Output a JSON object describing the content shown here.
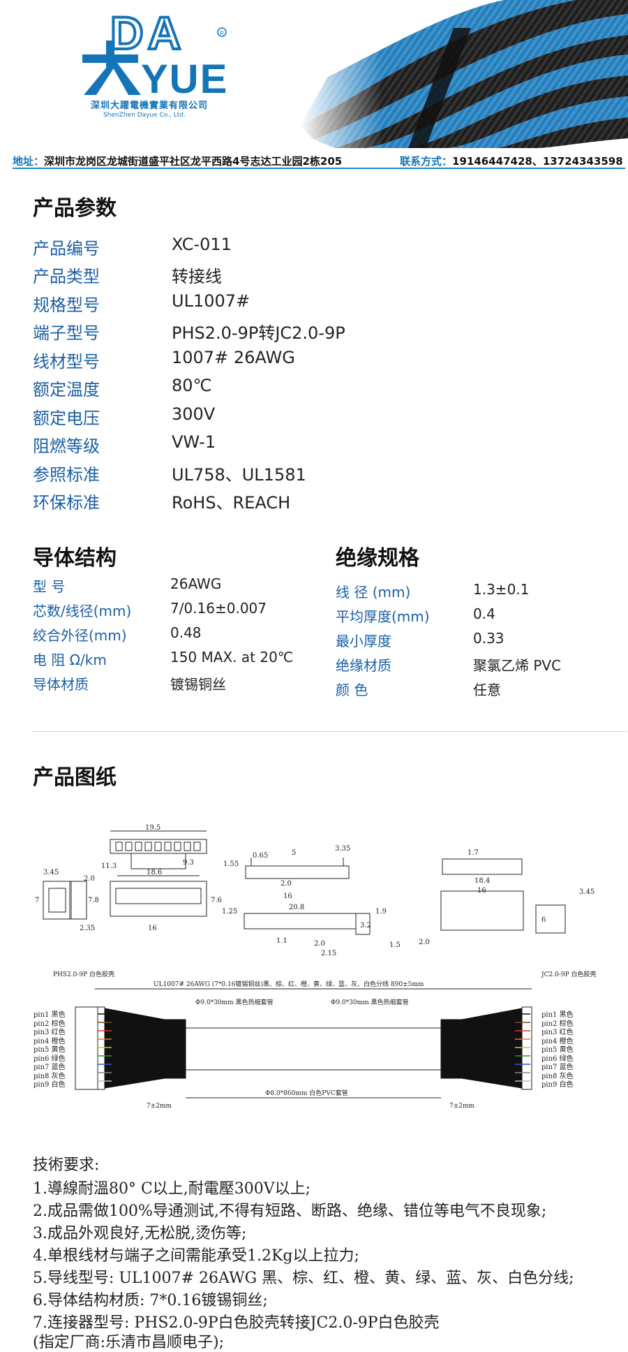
{
  "brand": {
    "logo_top": "DA",
    "logo_bottom": "YUE",
    "logo_cn": "深圳大躍電機實業有限公司",
    "logo_en": "ShenZhen Dayue Co., Ltd.",
    "colors": {
      "primary": "#1474b8",
      "label": "#1a5fa6",
      "cable_blue": "#3a94cf"
    }
  },
  "contact": {
    "address_label": "地址：",
    "address": "深圳市龙岗区龙城街道盛平社区龙平西路4号志达工业园2栋205",
    "phone_label": "联系方式：",
    "phone": "19146447428、13724343598"
  },
  "params": {
    "title": "产品参数",
    "rows": [
      {
        "label": "产品编号",
        "value": "XC-011"
      },
      {
        "label": "产品类型",
        "value": "转接线"
      },
      {
        "label": "规格型号",
        "value": "UL1007#"
      },
      {
        "label": "端子型号",
        "value": "PHS2.0-9P转JC2.0-9P"
      },
      {
        "label": "线材型号",
        "value": "1007# 26AWG"
      },
      {
        "label": "额定温度",
        "value": "80℃"
      },
      {
        "label": "额定电压",
        "value": "300V"
      },
      {
        "label": "阻燃等级",
        "value": "VW-1"
      },
      {
        "label": "参照标准",
        "value": "UL758、UL1581"
      },
      {
        "label": "环保标准",
        "value": "RoHS、REACH"
      }
    ]
  },
  "conductor": {
    "title": "导体结构",
    "rows": [
      {
        "label": "型 号",
        "value": "26AWG"
      },
      {
        "label": "芯数/线径(mm)",
        "value": "7/0.16±0.007"
      },
      {
        "label": "绞合外径(mm)",
        "value": "0.48"
      },
      {
        "label": "电 阻 Ω/km",
        "value": "150 MAX. at 20℃"
      },
      {
        "label": "导体材质",
        "value": "镀锡铜丝"
      }
    ]
  },
  "insulation": {
    "title": "绝缘规格",
    "rows": [
      {
        "label": "线 径 (mm)",
        "value": "1.3±0.1"
      },
      {
        "label": "平均厚度(mm)",
        "value": "0.4"
      },
      {
        "label": "最小厚度",
        "value": "0.33"
      },
      {
        "label": "绝缘材质",
        "value": "聚氯乙烯 PVC"
      },
      {
        "label": "颜 色",
        "value": "任意"
      }
    ]
  },
  "drawing": {
    "title": "产品图纸",
    "dims": [
      "19.5",
      "11.3",
      "9.3",
      "3.45",
      "18.6",
      "2.0",
      "7",
      "7.8",
      "7.6",
      "2.35",
      "16",
      "0.65",
      "5",
      "3.35",
      "1.55",
      "2.0",
      "16",
      "1.25",
      "1.9",
      "20.8",
      "3.2",
      "1.1",
      "2.0",
      "2.15",
      "1.5",
      "1.7",
      "18.4",
      "16",
      "3.45",
      "6",
      "2.0"
    ],
    "left_connector": "PHS2.0-9P\n白色胶壳",
    "right_connector": "JC2.0-9P\n白色胶壳",
    "wire_spec": "UL1007# 26AWG (7*0.16镀锡铜丝)黑、棕、红、橙、黄、绿、蓝、灰、白色分线 890±5mm",
    "shrink_left": "Φ9.0*30mm 黑色热缩套管",
    "shrink_right": "Φ9.0*30mm 黑色热缩套管",
    "pvc": "Φ8.0*860mm 白色PVC套管",
    "tol_left": "7±2mm",
    "tol_right": "7±2mm",
    "pins": [
      {
        "pin": "pin1",
        "color": "黑色"
      },
      {
        "pin": "pin2",
        "color": "棕色"
      },
      {
        "pin": "pin3",
        "color": "红色"
      },
      {
        "pin": "pin4",
        "color": "橙色"
      },
      {
        "pin": "pin5",
        "color": "黄色"
      },
      {
        "pin": "pin6",
        "color": "绿色"
      },
      {
        "pin": "pin7",
        "color": "蓝色"
      },
      {
        "pin": "pin8",
        "color": "灰色"
      },
      {
        "pin": "pin9",
        "color": "白色"
      }
    ]
  },
  "requirements": {
    "title": "技術要求:",
    "items": [
      "1.導線耐溫80° C以上,耐電壓300V以上;",
      "2.成品需做100%导通测试,不得有短路、断路、绝缘、错位等电气不良现象;",
      "3.成品外观良好,无松脱,烫伤等;",
      "4.单根线材与端子之间需能承受1.2Kg以上拉力;",
      "5.导线型号: UL1007# 26AWG 黑、棕、红、橙、黄、绿、蓝、灰、白色分线;",
      "6.导体结构材质: 7*0.16镀锡铜丝;",
      "7.连接器型号: PHS2.0-9P白色胶壳转接JC2.0-9P白色胶壳",
      "  (指定厂商:乐清市昌顺电子);"
    ]
  }
}
